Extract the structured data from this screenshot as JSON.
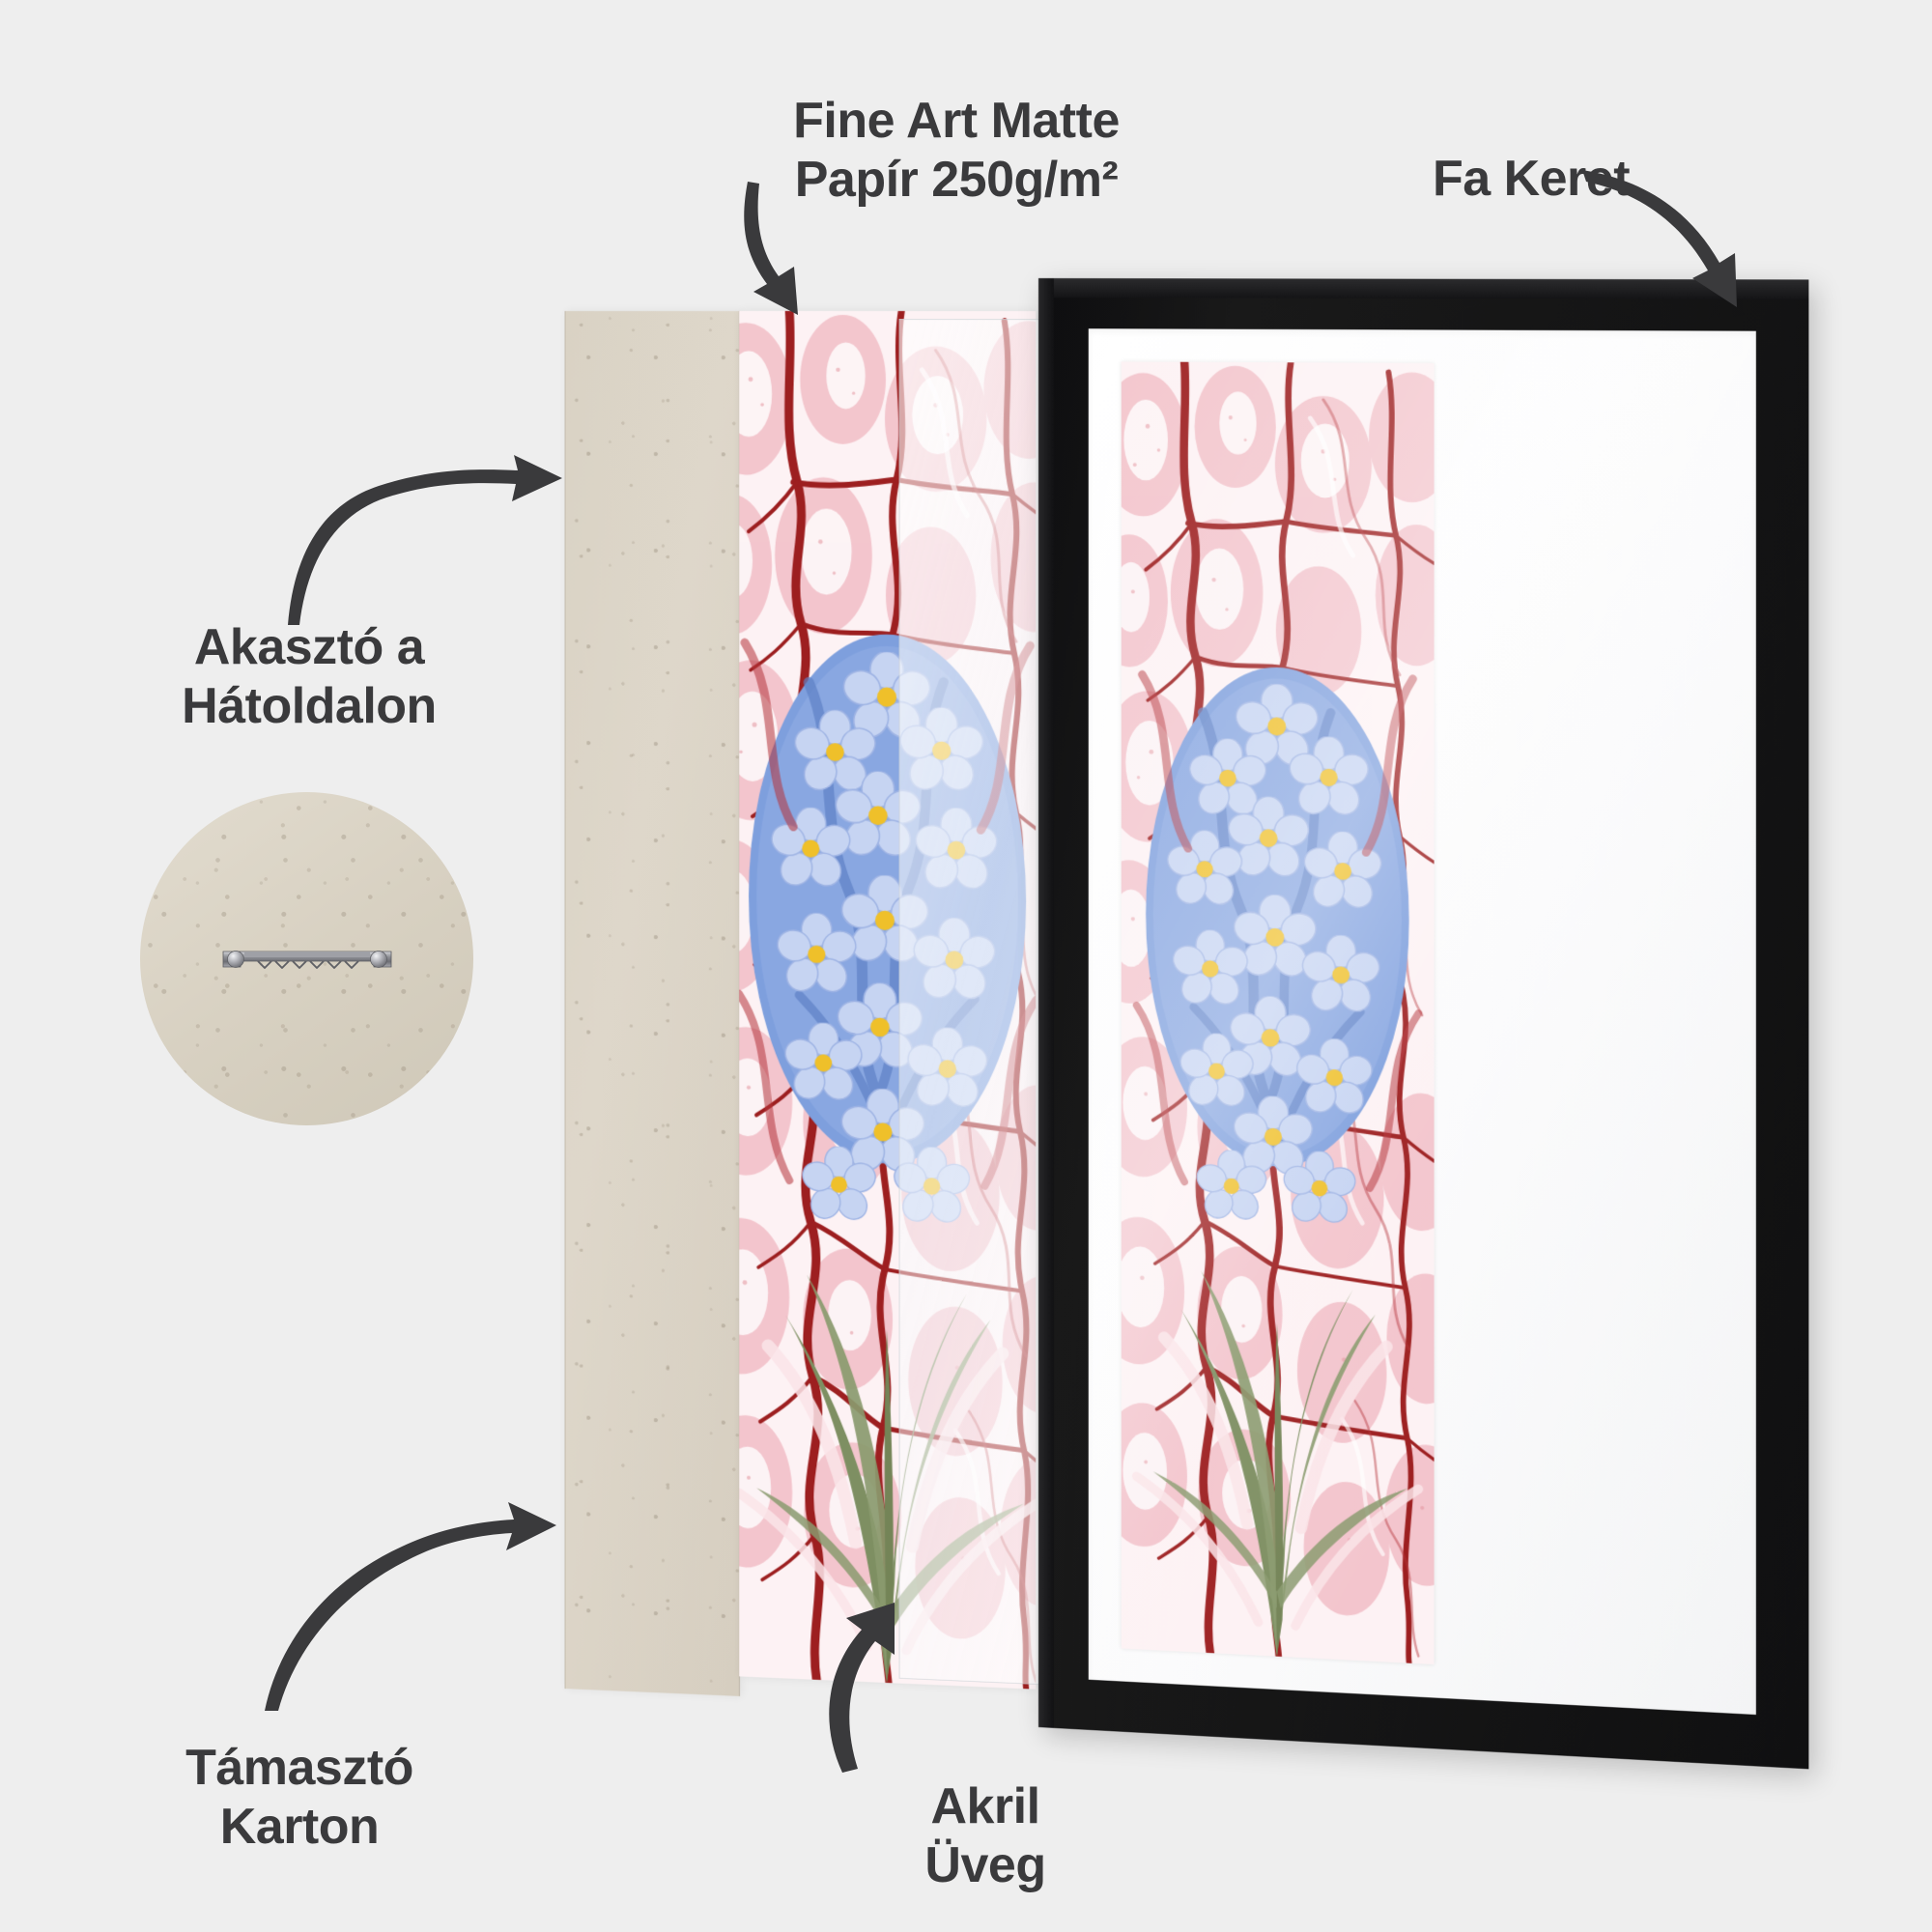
{
  "background": {
    "color": "#eeeeee"
  },
  "labels": {
    "paper": {
      "text": "Fine Art Matte\nPapír 250g/m²",
      "color": "#3a3a3c"
    },
    "frame": {
      "text": "Fa Keret",
      "color": "#3a3a3c"
    },
    "hanger": {
      "text": "Akasztó a\nHátoldalon",
      "color": "#3a3a3c"
    },
    "board": {
      "text": "Támasztó\nKarton",
      "color": "#3a3a3c"
    },
    "acrylic": {
      "text": "Akril\nÜveg",
      "color": "#3a3a3c"
    }
  },
  "layers": [
    {
      "id": "backing",
      "name": "Támasztó Karton",
      "material": "cardboard",
      "color": "#d9d2c4"
    },
    {
      "id": "print",
      "name": "Fine Art Matte Papír 250g/m²",
      "material": "paper",
      "color": "#f7dde1"
    },
    {
      "id": "acrylic",
      "name": "Akril Üveg",
      "material": "acrylic glass",
      "color": "#f7fafc"
    },
    {
      "id": "frame",
      "name": "Fa Keret",
      "material": "wood",
      "color": "#111113"
    }
  ],
  "frame": {
    "moulding_color": "#111113",
    "inner_lip_color": "#c8a55e",
    "mat_color": "#ffffff"
  },
  "hanger": {
    "type": "sawtooth-hanger",
    "metal_color": "#9a9a9e",
    "board_color": "#d8d1c2"
  },
  "artwork": {
    "title": "Ebru marbled forget-me-not",
    "palette": {
      "deep_red": "#9d1f20",
      "crimson": "#b5333a",
      "pink": "#f3c3cb",
      "pale_pink": "#fbe5e9",
      "white": "#ffffff",
      "flower_blue": "#7e9fdd",
      "petal_light": "#c6d4f2",
      "flower_center": "#efc02a",
      "leaf_green": "#7e8f62"
    }
  },
  "arrows": [
    {
      "name": "arrow-to-backing",
      "from": "Akasztó a Hátoldalon area",
      "to": "backing board"
    },
    {
      "name": "arrow-to-paper",
      "from": "Fine Art Matte label",
      "to": "printed paper"
    },
    {
      "name": "arrow-to-frame",
      "from": "Fa Keret label",
      "to": "wood frame"
    },
    {
      "name": "arrow-to-board",
      "from": "Támasztó Karton label",
      "to": "backing board"
    },
    {
      "name": "arrow-to-acrylic",
      "from": "Akril Üveg label",
      "to": "acrylic sheet"
    }
  ]
}
